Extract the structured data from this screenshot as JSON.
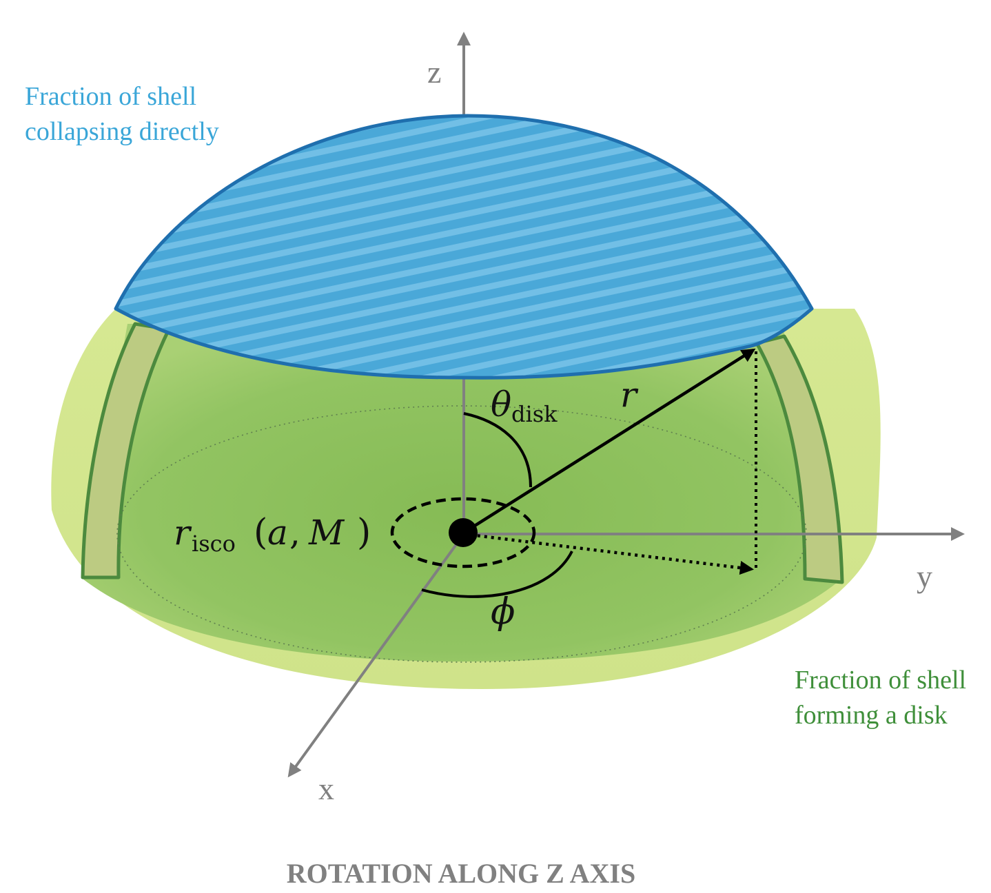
{
  "labels": {
    "blue_annotation_line1": "Fraction of shell",
    "blue_annotation_line2": "collapsing directly",
    "green_annotation_line1": "Fraction of shell",
    "green_annotation_line2": "forming a disk",
    "axis_z": "z",
    "axis_y": "y",
    "axis_x": "x",
    "theta_symbol": "θ",
    "theta_subscript": "disk",
    "r_symbol": "r",
    "risco_symbol": "r",
    "risco_subscript": "isco",
    "risco_args_open": "(",
    "risco_args_a": "a",
    "risco_args_comma": ",",
    "risco_args_M": "M",
    "risco_args_close": ")",
    "phi_symbol": "ϕ",
    "caption": "ROTATION ALONG Z AXIS"
  },
  "colors": {
    "cap_blue": "#4aa8d8",
    "cap_blue_stripe": "#7cc6ea",
    "cap_edge": "#1f6fae",
    "shell_light_green": "#d3e68e",
    "shell_inner_green": "#8cc05a",
    "shell_band_green": "#bccb82",
    "band_edge_green": "#4c8a3e",
    "axis_gray": "#808080"
  }
}
